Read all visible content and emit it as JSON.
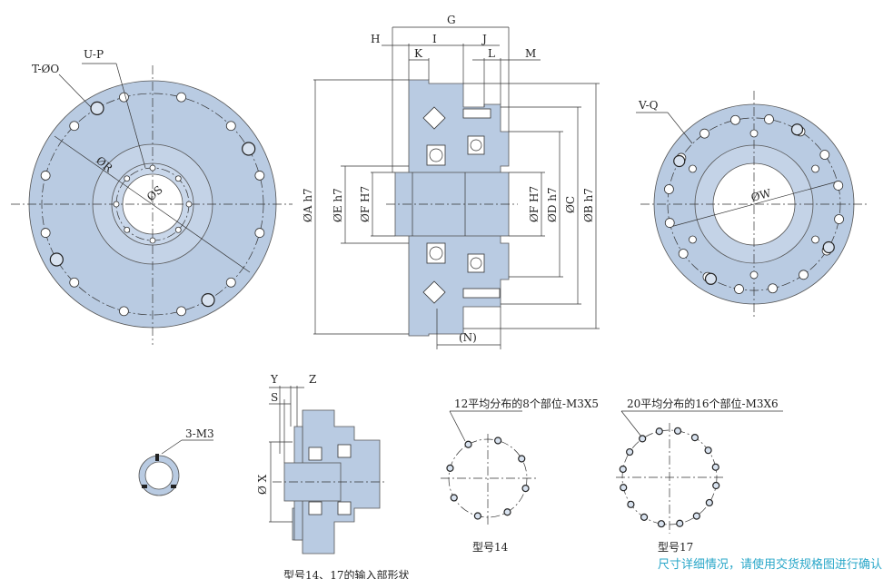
{
  "front_view_left": {
    "labels": {
      "t_o": "T-ØO",
      "u_p": "U-P",
      "r": "ØR",
      "s": "ØS"
    }
  },
  "section_view": {
    "labels": {
      "g": "G",
      "h": "H",
      "i": "I",
      "j": "J",
      "k": "K",
      "l": "L",
      "m": "M",
      "n": "(N)",
      "a": "ØA h7",
      "e": "ØE h7",
      "f_left": "ØF H7",
      "f_right": "ØF H7",
      "d": "ØD h7",
      "c": "ØC",
      "b": "ØB h7"
    }
  },
  "front_view_right": {
    "labels": {
      "v_q": "V-Q",
      "w": "ØW"
    }
  },
  "input_ring": {
    "label": "3-M3"
  },
  "input_section": {
    "labels": {
      "y": "Y",
      "z": "Z",
      "s": "S",
      "x": "Ø X"
    },
    "caption": "型号14、17的输入部形状"
  },
  "pattern14": {
    "note": "12平均分布的8个部位-M3X5",
    "caption": "型号14",
    "holes": 8
  },
  "pattern17": {
    "note": "20平均分布的16个部位-M3X6",
    "caption": "型号17",
    "holes": 16
  },
  "footer_note": "尺寸详细情况，请使用交货规格图进行确认",
  "colors": {
    "part_fill": "#b9cbe2",
    "note_color": "#2aa7c9"
  }
}
